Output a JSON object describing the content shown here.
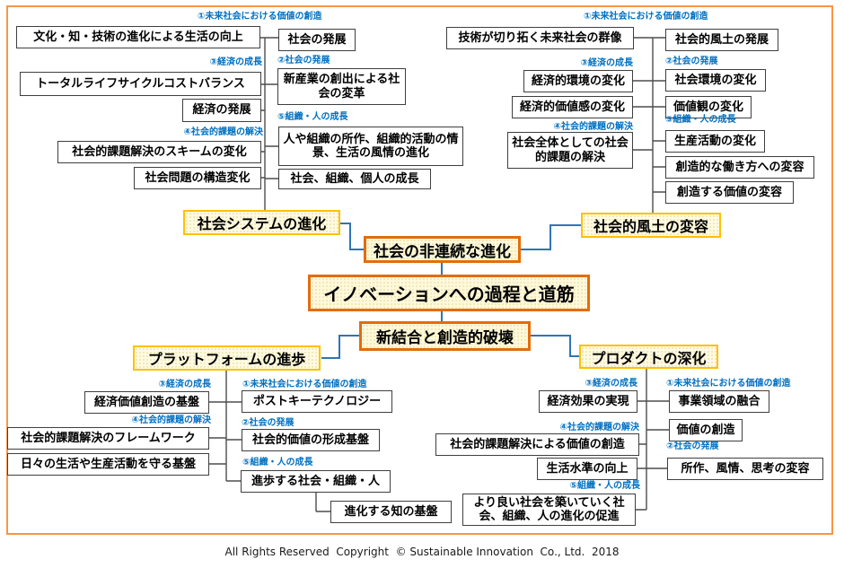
{
  "title": "イノベーションへの過程と道筋",
  "center": {
    "upper": "社会の非連続な進化",
    "lower": "新結合と創造的破壊"
  },
  "branch_nodes": {
    "social_system": "社会システムの進化",
    "social_climate": "社会的風土の変容",
    "platform": "プラットフォームの進歩",
    "product": "プロダクトの深化"
  },
  "category_labels": {
    "c1": "①未来社会における価値の創造",
    "c2": "②社会の発展",
    "c3": "③経済の成長",
    "c4": "④社会的課題の解決",
    "c5": "⑤組織・人の成長"
  },
  "top_left": {
    "boxes": [
      "文化・知・技術の進化による生活の向上",
      "社会の発展",
      "トータルライフサイクルコストバランス",
      "新産業の創出による社会の変革",
      "経済の発展",
      "社会的課題解決のスキームの変化",
      "人や組織の所作、組織的活動の情景、生活の風情の進化",
      "社会問題の構造変化",
      "社会、組織、個人の成長"
    ]
  },
  "top_right": {
    "boxes": [
      "技術が切り拓く未来社会の群像",
      "社会的風土の発展",
      "経済的環境の変化",
      "社会環境の変化",
      "経済的価値感の変化",
      "価値観の変化",
      "社会全体としての社会的課題の解決",
      "生産活動の変化",
      "創造的な働き方への変容",
      "創造する価値の変容"
    ]
  },
  "bottom_left": {
    "boxes": [
      "経済価値創造の基盤",
      "ポストキーテクノロジー",
      "社会的課題解決のフレームワーク",
      "社会的価値の形成基盤",
      "日々の生活や生産活動を守る基盤",
      "進歩する社会・組織・人",
      "進化する知の基盤"
    ]
  },
  "bottom_right": {
    "boxes": [
      "経済効果の実現",
      "事業領域の融合",
      "価値の創造",
      "社会的課題解決による価値の創造",
      "生活水準の向上",
      "所作、風情、思考の変容",
      "より良い社会を築いていく社会、組織、人の進化の促進"
    ]
  },
  "footer": "All Rights Reserved  Copyright  © Sustainable Innovation  Co., Ltd.  2018",
  "colors": {
    "frame_border": "#F79646",
    "center_border": "#E46C0A",
    "branch_border": "#FFC000",
    "node_background": "#FFFBE3",
    "category_label_blue": "#0070C0",
    "link_blue": "#2E75B6",
    "tree_line_gray": "#4D4D4D",
    "box_border": "#3F3F3F"
  }
}
